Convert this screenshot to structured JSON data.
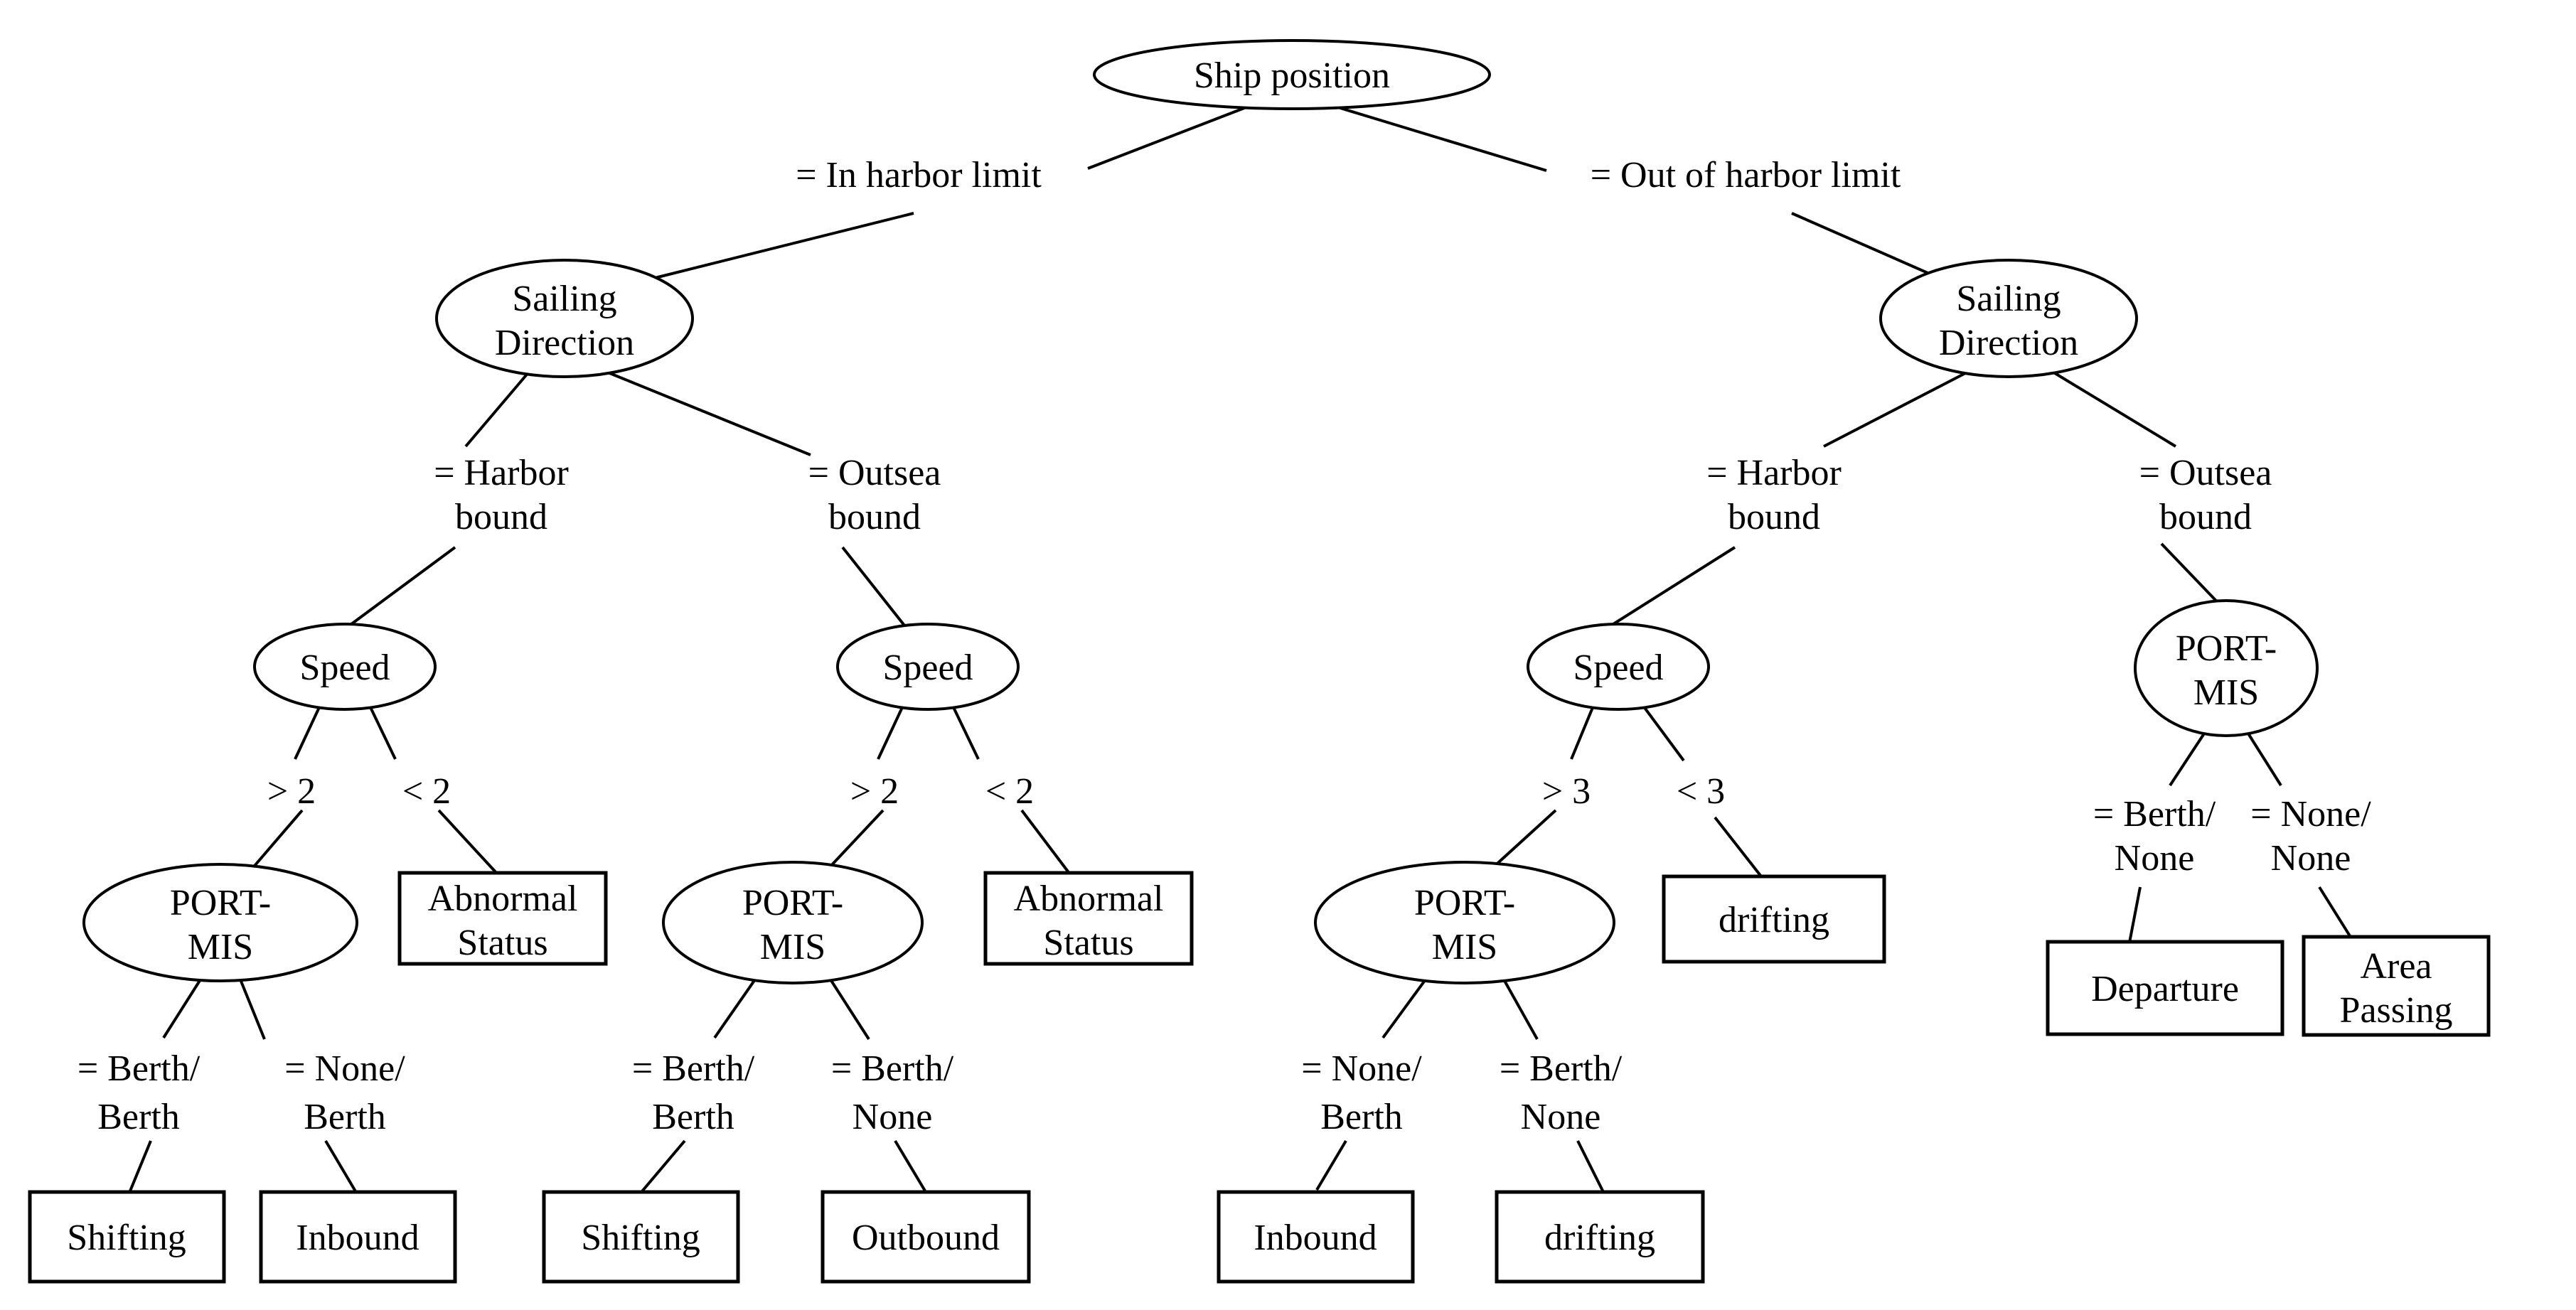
{
  "diagram": {
    "description": "Ship status decision tree",
    "colors": {
      "background": "#ffffff",
      "ink": "#000000"
    },
    "nodes": {
      "ship_position": "Ship position",
      "sailing_direction": [
        "Sailing",
        "Direction"
      ],
      "speed": "Speed",
      "port_mis": [
        "PORT-",
        "MIS"
      ],
      "abnormal_status": [
        "Abnormal",
        "Status"
      ],
      "drifting": "drifting",
      "departure": "Departure",
      "area_passing": [
        "Area",
        "Passing"
      ],
      "shifting": "Shifting",
      "inbound": "Inbound",
      "outbound": "Outbound"
    },
    "edge_labels": {
      "in_harbor_limit": "= In harbor limit",
      "out_of_harbor_limit": "= Out of harbor limit",
      "harbor_bound": [
        "= Harbor",
        "bound"
      ],
      "outsea_bound": [
        "= Outsea",
        "bound"
      ],
      "gt2": "> 2",
      "lt2": "< 2",
      "gt3": "> 3",
      "lt3": "< 3",
      "berth_berth": [
        "= Berth/",
        "Berth"
      ],
      "none_berth": [
        "= None/",
        "Berth"
      ],
      "berth_none": [
        "= Berth/",
        "None"
      ],
      "none_none": [
        "= None/",
        "None"
      ]
    }
  }
}
